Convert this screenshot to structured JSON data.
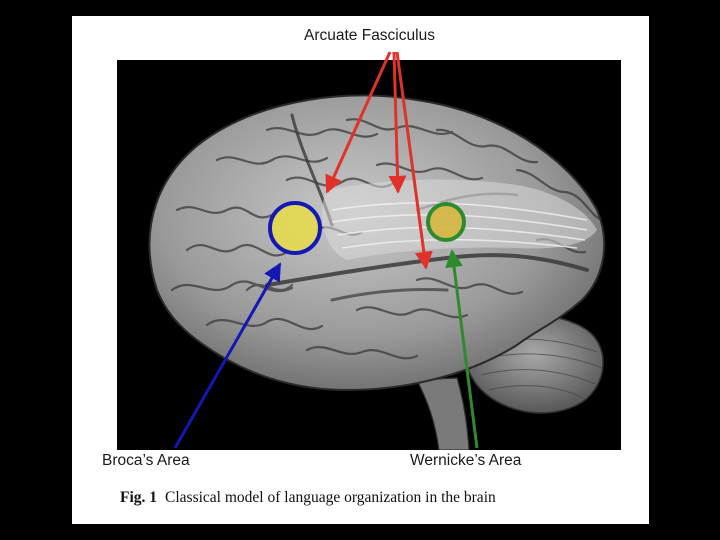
{
  "labels": {
    "arcuate": "Arcuate Fasciculus",
    "broca": "Broca’s Area",
    "wernicke": "Wernicke’s Area"
  },
  "caption": {
    "number": "Fig. 1",
    "text": "Classical model of language organization in the brain"
  },
  "colors": {
    "broca": "#1418b4",
    "wernicke": "#2e8a2e",
    "arcuate": "#e0322a",
    "highlight": "#e8dc4a"
  }
}
